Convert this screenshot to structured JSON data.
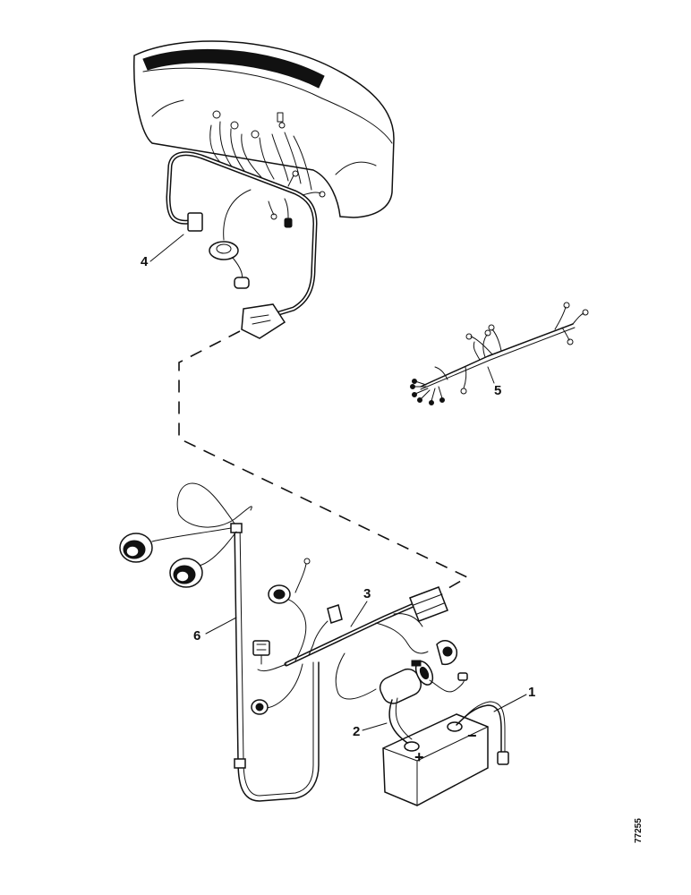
{
  "callouts": {
    "battery_cable": "1",
    "earth_strap": "2",
    "main_harness": "3",
    "instrument_harness": "4",
    "link_harness": "5",
    "rear_light_harness": "6"
  },
  "battery_symbols": {
    "positive": "+",
    "negative": "−"
  },
  "reference_number": "77255"
}
